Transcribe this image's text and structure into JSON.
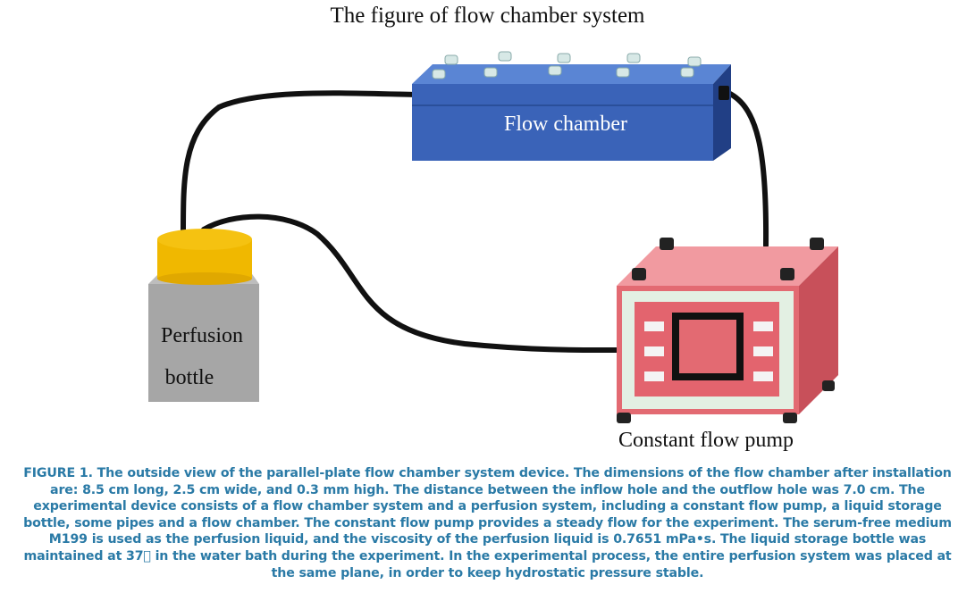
{
  "figure": {
    "title": "The  figure of flow chamber system",
    "labels": {
      "flow_chamber": "Flow chamber",
      "perfusion_line1": "Perfusion",
      "perfusion_line2": "bottle",
      "pump": "Constant flow pump"
    },
    "colors": {
      "chamber_blue": "#3a63b8",
      "bottle_cap_yellow": "#f5c211",
      "bottle_gray": "#a6a6a6",
      "pump_red": "#e36a72",
      "panel_green": "#e3f0e3",
      "tubing_black": "#111111"
    },
    "icons": [
      "flow-chamber-icon",
      "perfusion-bottle-icon",
      "constant-flow-pump-icon",
      "tubing-icon"
    ]
  },
  "caption": {
    "text": "FIGURE 1. The outside view of the parallel-plate flow chamber system device. The dimensions of the flow chamber after installation are: 8.5 cm long, 2.5 cm wide, and 0.3 mm high. The distance between the inflow hole and the outflow hole was 7.0 cm. The experimental device consists of a flow chamber system and a perfusion system, including a constant flow pump, a liquid storage bottle, some pipes and a flow chamber. The constant flow pump provides a steady flow for the experiment. The serum-free medium M199 is used as the perfusion liquid, and the viscosity of the perfusion liquid is 0.7651 mPa•s. The liquid storage bottle was maintained at 37\u0000 in the water bath during the experiment. In the experimental process, the entire perfusion system was placed at the same plane, in order to keep hydrostatic pressure stable."
  }
}
